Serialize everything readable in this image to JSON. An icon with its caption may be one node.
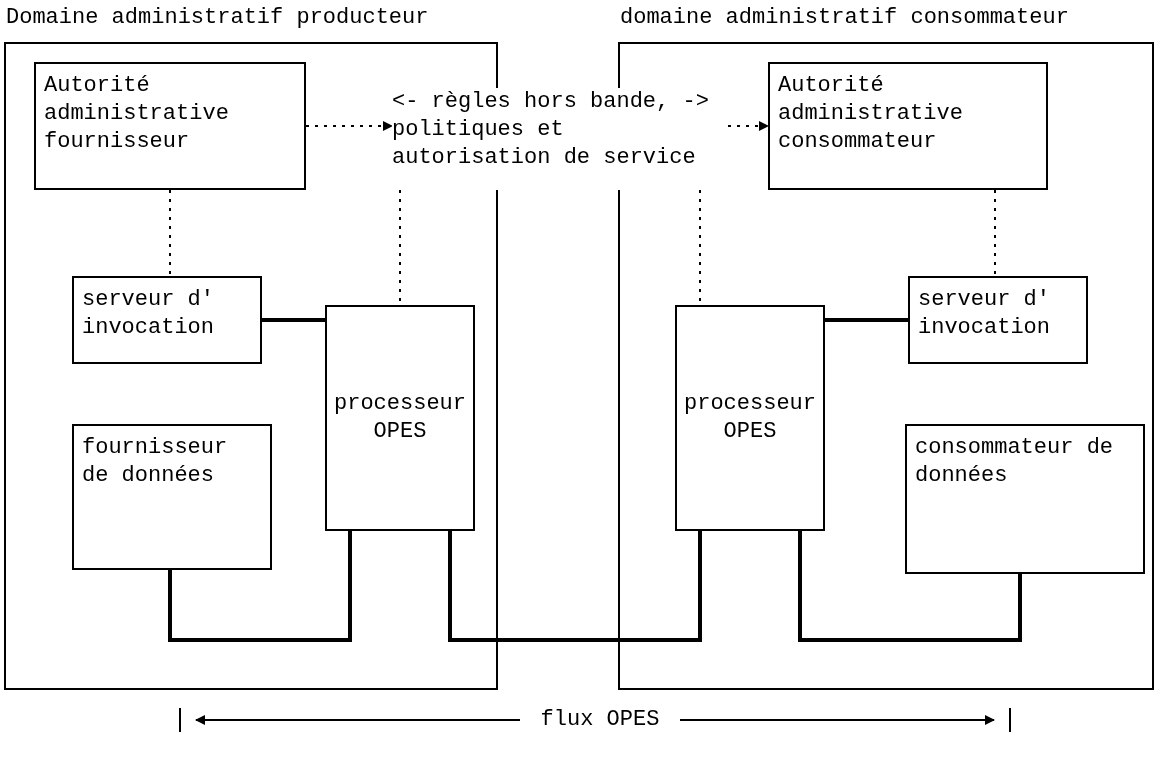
{
  "diagram": {
    "nodes": [
      {
        "text": [
          "Domaine administratif producteur"
        ]
      },
      {
        "text": [
          "domaine administratif consommateur"
        ]
      },
      {
        "text": [
          "Autorité administrative fournisseur"
        ],
        "in": 0
      },
      {
        "text": [
          "serveur d' invocation"
        ],
        "in": 0
      },
      {
        "text": [
          "fournisseur de données"
        ],
        "in": 0
      },
      {
        "text": [
          "processeur OPES"
        ],
        "in": 0
      },
      {
        "text": [
          "Autorité administrative consommateur"
        ],
        "in": 1
      },
      {
        "text": [
          "processeur OPES"
        ],
        "in": 1
      },
      {
        "text": [
          "serveur d' invocation"
        ],
        "in": 1
      },
      {
        "text": [
          "consommateur de données"
        ],
        "in": 1
      },
      {
        "text": [
          "<- règles hors bande, -> politiques et autorisation de service"
        ]
      }
    ],
    "edges": [
      {
        "from": 2,
        "to": 10,
        "arrow": "to",
        "style": "dashed"
      },
      {
        "from": 10,
        "to": 5,
        "arrow": "none",
        "style": "dashed"
      },
      {
        "from": 10,
        "to": 6,
        "arrow": "to",
        "style": "dashed"
      },
      {
        "from": 10,
        "to": 7,
        "arrow": "none",
        "style": "dashed"
      },
      {
        "from": 2,
        "to": 3,
        "arrow": "none",
        "style": "dashed"
      },
      {
        "from": 6,
        "to": 8,
        "arrow": "none",
        "style": "dashed"
      },
      {
        "from": 3,
        "to": 5,
        "arrow": "none",
        "style": "thick"
      },
      {
        "from": 7,
        "to": 8,
        "arrow": "none",
        "style": "thick"
      },
      {
        "from": 4,
        "to": 5,
        "arrow": "none",
        "style": "thick"
      },
      {
        "from": 5,
        "to": 7,
        "arrow": "none",
        "style": "thick"
      },
      {
        "from": 7,
        "to": 9,
        "arrow": "none",
        "style": "thick"
      }
    ],
    "labels": [
      "flux OPES"
    ]
  }
}
